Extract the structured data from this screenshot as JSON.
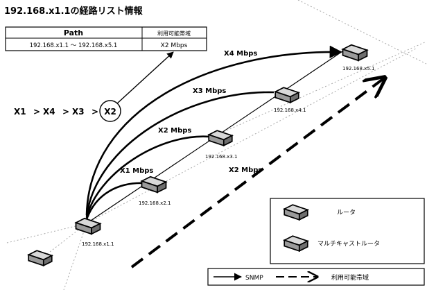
{
  "title": "192.168.x1.1の経路リスト情報",
  "path_table": {
    "header_path": "Path",
    "header_bandwidth": "利用可能帯域",
    "row_path": "192.168.x1.1 ～ 192.168.x5.1",
    "row_bandwidth": "X2 Mbps"
  },
  "comparison": {
    "x1": "X1",
    "x4": "X4",
    "x3": "X3",
    "x2": "X2",
    "separator": ">"
  },
  "routers": {
    "r1": "192.168.x1.1",
    "r2": "192.168.x2.1",
    "r3": "192.168.x3.1",
    "r4": "192.168.x4.1",
    "r5": "192.168.x5.1"
  },
  "links": {
    "l1": "X1 Mbps",
    "l2": "X2 Mbps",
    "l3": "X3 Mbps",
    "l4": "X4 Mbps",
    "dashed": "X2 Mbps"
  },
  "legend": {
    "router": "ルータ",
    "multicast_router": "マルチキャストルータ",
    "snmp": "SNMP",
    "available_bw": "利用可能帯域"
  }
}
